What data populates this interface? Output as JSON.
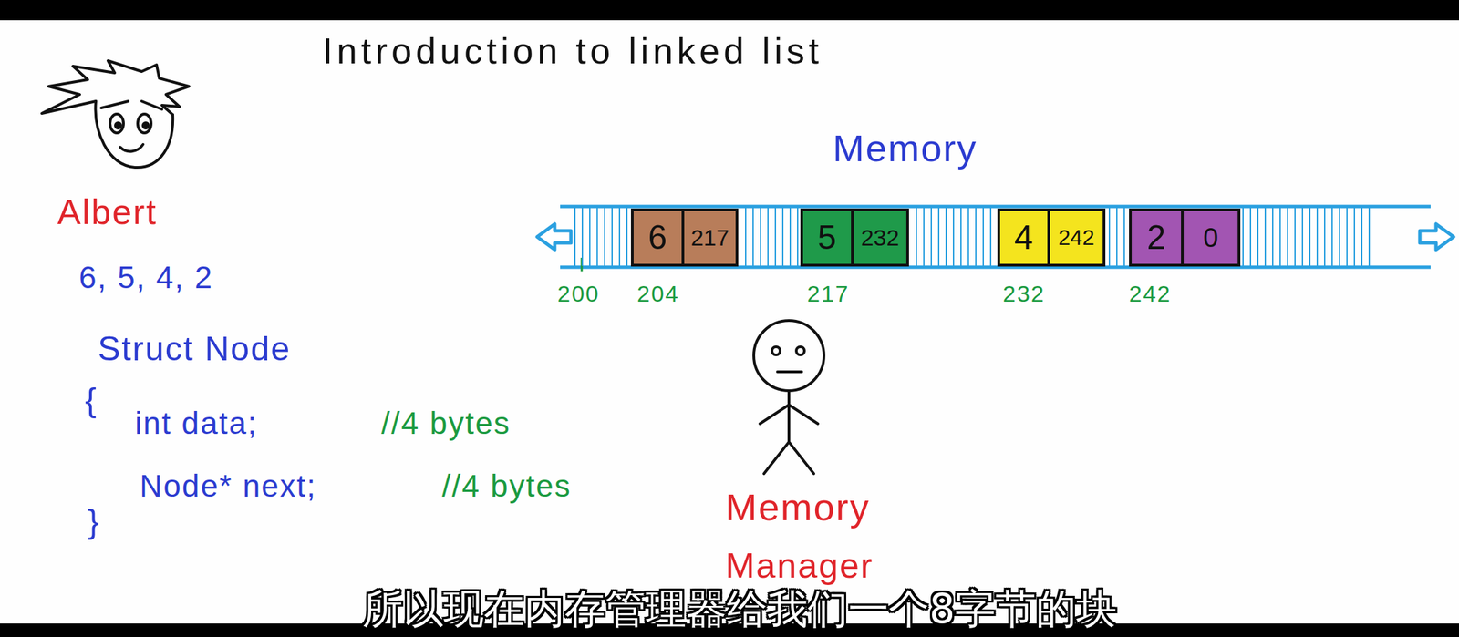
{
  "diagram": {
    "title": "Introduction to linked list",
    "caption": "所以现在内存管理器给我们一个8字节的块",
    "nodes": [
      {
        "text": [
          "6",
          "217"
        ]
      },
      {
        "text": [
          "5",
          "232"
        ]
      },
      {
        "text": [
          "4",
          "242"
        ]
      },
      {
        "text": [
          "2",
          "0"
        ]
      }
    ],
    "labels": [
      "Albert",
      "6, 5, 4, 2",
      "Struct Node",
      "{",
      "int data;",
      "//4 bytes",
      "Node* next;",
      "//4 bytes",
      "}",
      "Memory",
      "200",
      "204",
      "217",
      "232",
      "242",
      "Memory",
      "Manager"
    ]
  }
}
